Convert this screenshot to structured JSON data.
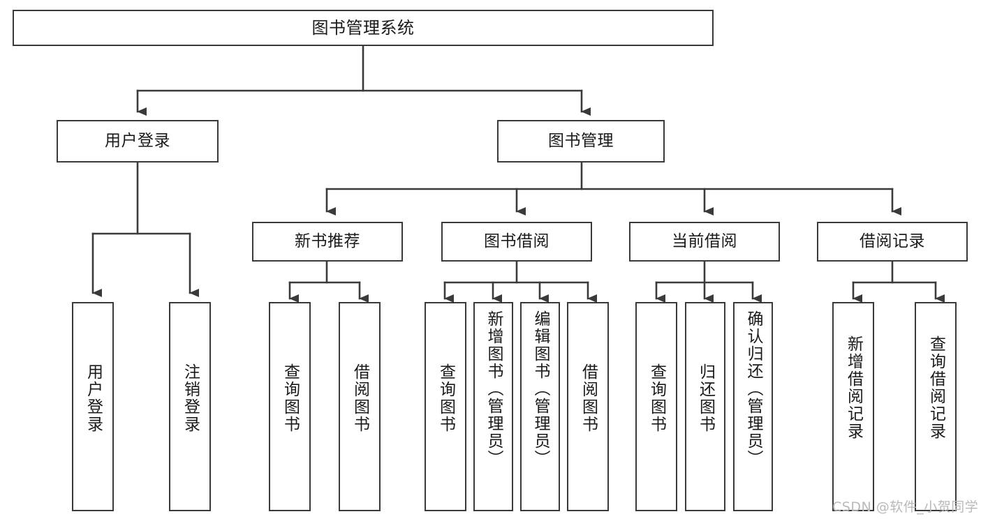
{
  "diagram": {
    "title": "图书管理系统",
    "type": "tree-hierarchy-chart",
    "watermark": "CSDN @软件_小贺同学",
    "colors": {
      "stroke": "#3a3a3a",
      "fill": "#ffffff",
      "text": "#1a1a1a",
      "watermark": "#b9b9b9"
    },
    "nodes": {
      "root": {
        "label": "图书管理系统"
      },
      "level1": [
        {
          "id": "user-login",
          "label": "用户登录"
        },
        {
          "id": "book-manage",
          "label": "图书管理"
        }
      ],
      "level2": [
        {
          "id": "new-book-rec",
          "label": "新书推荐"
        },
        {
          "id": "book-borrow",
          "label": "图书借阅"
        },
        {
          "id": "current-borrow",
          "label": "当前借阅"
        },
        {
          "id": "borrow-record",
          "label": "借阅记录"
        }
      ],
      "leaves": [
        {
          "id": "leaf-user-login",
          "label": "用户登录",
          "parent": "user-login"
        },
        {
          "id": "leaf-logout",
          "label": "注销登录",
          "parent": "user-login"
        },
        {
          "id": "leaf-query-book-1",
          "label": "查询图书",
          "parent": "new-book-rec"
        },
        {
          "id": "leaf-borrow-book-1",
          "label": "借阅图书",
          "parent": "new-book-rec"
        },
        {
          "id": "leaf-query-book-2",
          "label": "查询图书",
          "parent": "book-borrow"
        },
        {
          "id": "leaf-add-book",
          "label": "新增图书（管理员）",
          "parent": "book-borrow"
        },
        {
          "id": "leaf-edit-book",
          "label": "编辑图书（管理员）",
          "parent": "book-borrow"
        },
        {
          "id": "leaf-borrow-book-2",
          "label": "借阅图书",
          "parent": "book-borrow"
        },
        {
          "id": "leaf-query-book-3",
          "label": "查询图书",
          "parent": "current-borrow"
        },
        {
          "id": "leaf-return-book",
          "label": "归还图书",
          "parent": "current-borrow"
        },
        {
          "id": "leaf-confirm-return",
          "label": "确认归还（管理员）",
          "parent": "current-borrow"
        },
        {
          "id": "leaf-add-record",
          "label": "新增借阅记录",
          "parent": "borrow-record"
        },
        {
          "id": "leaf-query-record",
          "label": "查询借阅记录",
          "parent": "borrow-record"
        }
      ]
    }
  }
}
